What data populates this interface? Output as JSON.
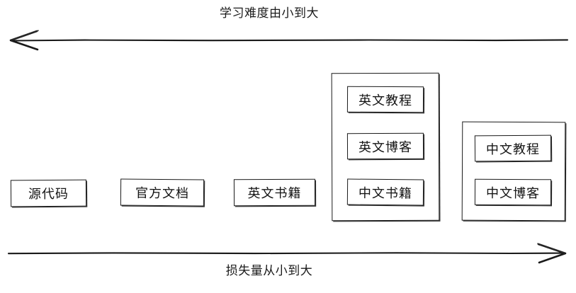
{
  "diagram": {
    "title_top": "学习难度由小到大",
    "title_bottom": "损失量从小到大",
    "top_axis": {
      "label": "学习难度由小到大",
      "direction": "left",
      "arrow_icon": "arrow-left-icon"
    },
    "bottom_axis": {
      "label": "损失量从小到大",
      "direction": "right",
      "arrow_icon": "arrow-right-icon"
    },
    "colors": {
      "stroke": "#1a1a1a",
      "background": "#ffffff",
      "text": "#141414"
    },
    "columns": [
      {
        "index": 1,
        "grouped": false,
        "items": [
          {
            "label": "源代码"
          }
        ]
      },
      {
        "index": 2,
        "grouped": false,
        "items": [
          {
            "label": "官方文档"
          }
        ]
      },
      {
        "index": 3,
        "grouped": false,
        "items": [
          {
            "label": "英文书籍"
          }
        ]
      },
      {
        "index": 4,
        "grouped": true,
        "items": [
          {
            "label": "英文教程"
          },
          {
            "label": "英文博客"
          },
          {
            "label": "中文书籍"
          }
        ]
      },
      {
        "index": 5,
        "grouped": true,
        "items": [
          {
            "label": "中文教程"
          },
          {
            "label": "中文博客"
          }
        ]
      }
    ]
  }
}
